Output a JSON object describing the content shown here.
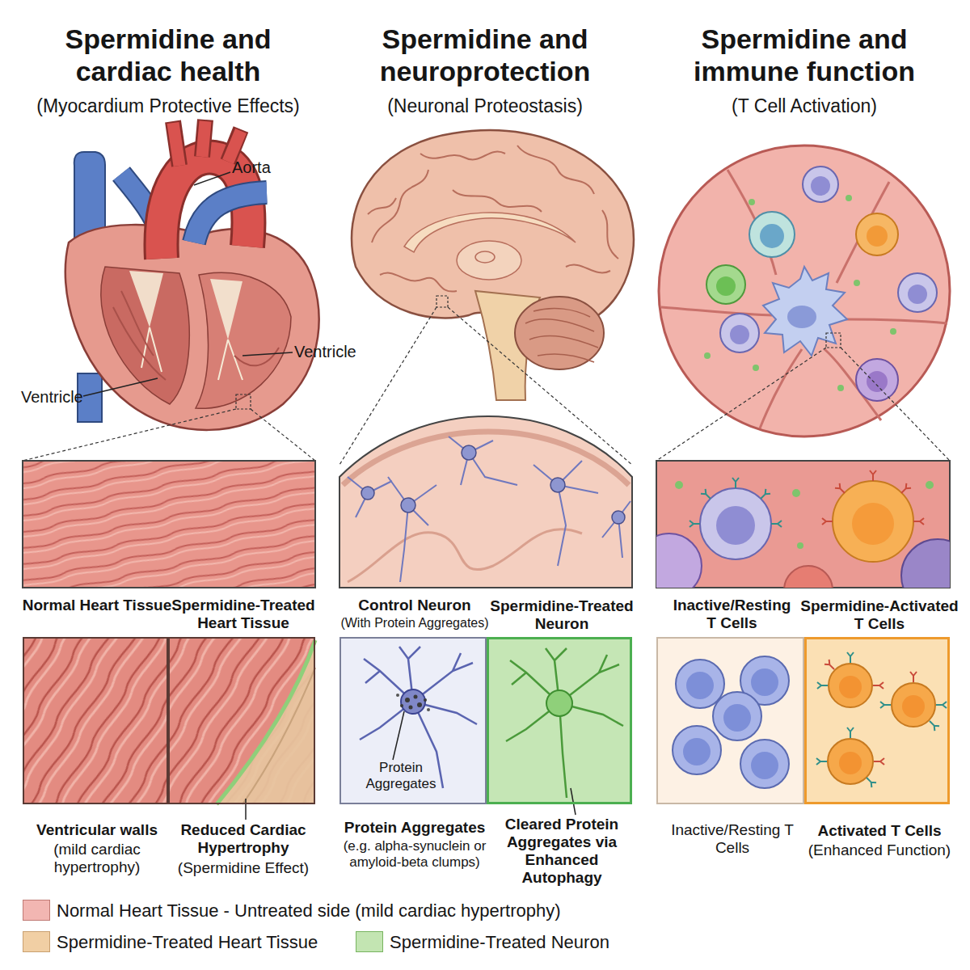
{
  "diagram": {
    "nodes": [
      {
        "text": [
          "Normal Heart Tissue",
          "Ventricular walls",
          "(mild cardiac hypertrophy)"
        ]
      },
      {
        "text": [
          "Spermidine-Treated Heart Tissue",
          "Reduced Cardiac Hypertrophy",
          "(Spermidine Effect)"
        ]
      },
      {
        "text": [
          "Control Neuron",
          "(With Protein Aggregates)",
          "Protein Aggregates",
          "Protein Aggregates",
          "(e.g. alpha-synuclein or amyloid-beta clumps)"
        ]
      },
      {
        "text": [
          "Spermidine-Treated Neuron",
          "Cleared Protein Aggregates via Enhanced Autophagy"
        ]
      },
      {
        "text": [
          "Inactive/Resting T Cells",
          "Inactive/Resting T Cells"
        ]
      },
      {
        "text": [
          "Spermidine-Activated T Cells",
          "Activated T Cells",
          "(Enhanced Function)"
        ]
      }
    ],
    "labels": [
      "Spermidine and cardiac health",
      "(Myocardium Protective Effects)",
      "Spermidine and neuroprotection",
      "(Neuronal Proteostasis)",
      "Spermidine and immune function",
      "(T Cell Activation)",
      "Aorta",
      "Ventricle",
      "Ventricle"
    ],
    "legend": [
      {
        "text": "Normal Heart Tissue - Untreated side (mild cardiac hypertrophy)",
        "color": "#f2b6b2"
      },
      {
        "text": "Spermidine-Treated Heart Tissue",
        "color": "#f1cfa4"
      },
      {
        "text": "Spermidine-Treated Neuron",
        "color": "#c3e5b2"
      }
    ]
  }
}
